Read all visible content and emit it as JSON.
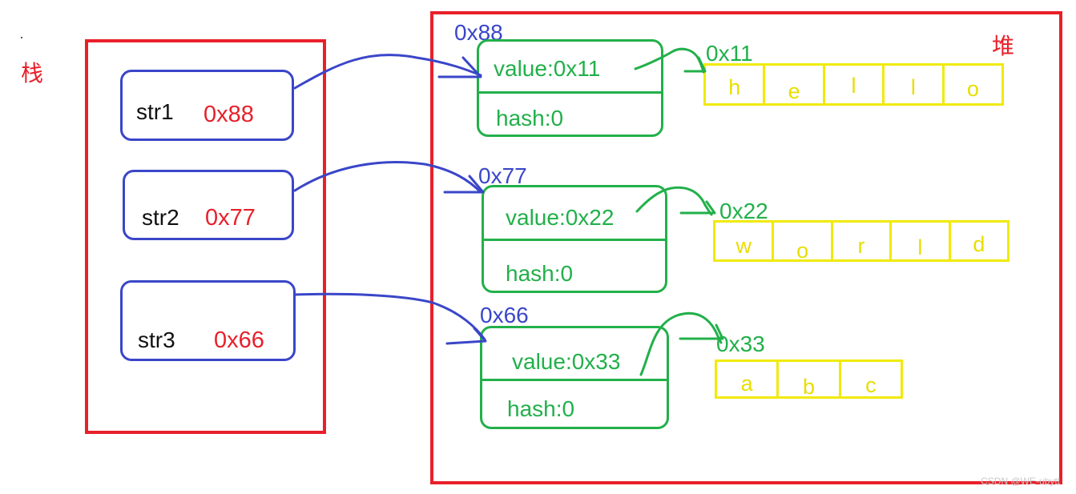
{
  "stack": {
    "label": "栈"
  },
  "heap": {
    "label": "堆"
  },
  "stack_vars": [
    {
      "name": "str1",
      "addr": "0x88"
    },
    {
      "name": "str2",
      "addr": "0x77"
    },
    {
      "name": "str3",
      "addr": "0x66"
    }
  ],
  "objects": [
    {
      "addr": "0x88",
      "value": "value:0x11",
      "hash": "hash:0"
    },
    {
      "addr": "0x77",
      "value": "value:0x22",
      "hash": "hash:0"
    },
    {
      "addr": "0x66",
      "value": "value:0x33",
      "hash": "hash:0"
    }
  ],
  "arrays": [
    {
      "addr": "0x11",
      "chars": [
        "h",
        "e",
        "l",
        "l",
        "o"
      ]
    },
    {
      "addr": "0x22",
      "chars": [
        "w",
        "o",
        "r",
        "l",
        "d"
      ]
    },
    {
      "addr": "0x33",
      "chars": [
        "a",
        "b",
        "c"
      ]
    }
  ],
  "watermark": "CSDN @WE-ubytt",
  "colors": {
    "stack_heap": "#e8202a",
    "pointer": "#3a46c8",
    "object": "#22b04a",
    "array": "#f0ea0a"
  }
}
